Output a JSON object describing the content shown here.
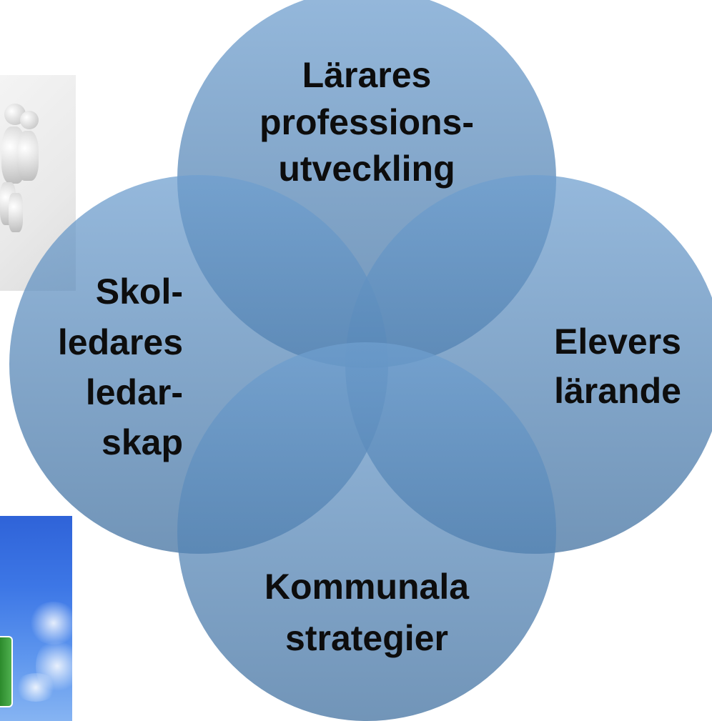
{
  "diagram": {
    "circles": [
      {
        "id": "top",
        "lines": [
          "Lärares",
          "professions-",
          "utveckling"
        ]
      },
      {
        "id": "left",
        "lines": [
          "Skol-",
          "ledares",
          "ledar-",
          "skap"
        ]
      },
      {
        "id": "right",
        "lines": [
          "Elevers",
          "lärande"
        ]
      },
      {
        "id": "bottom",
        "lines": [
          "Kommunala",
          "strategier"
        ]
      }
    ],
    "colors": {
      "circle_fill": "#4f80b4",
      "text": "#0d0d0d"
    }
  }
}
